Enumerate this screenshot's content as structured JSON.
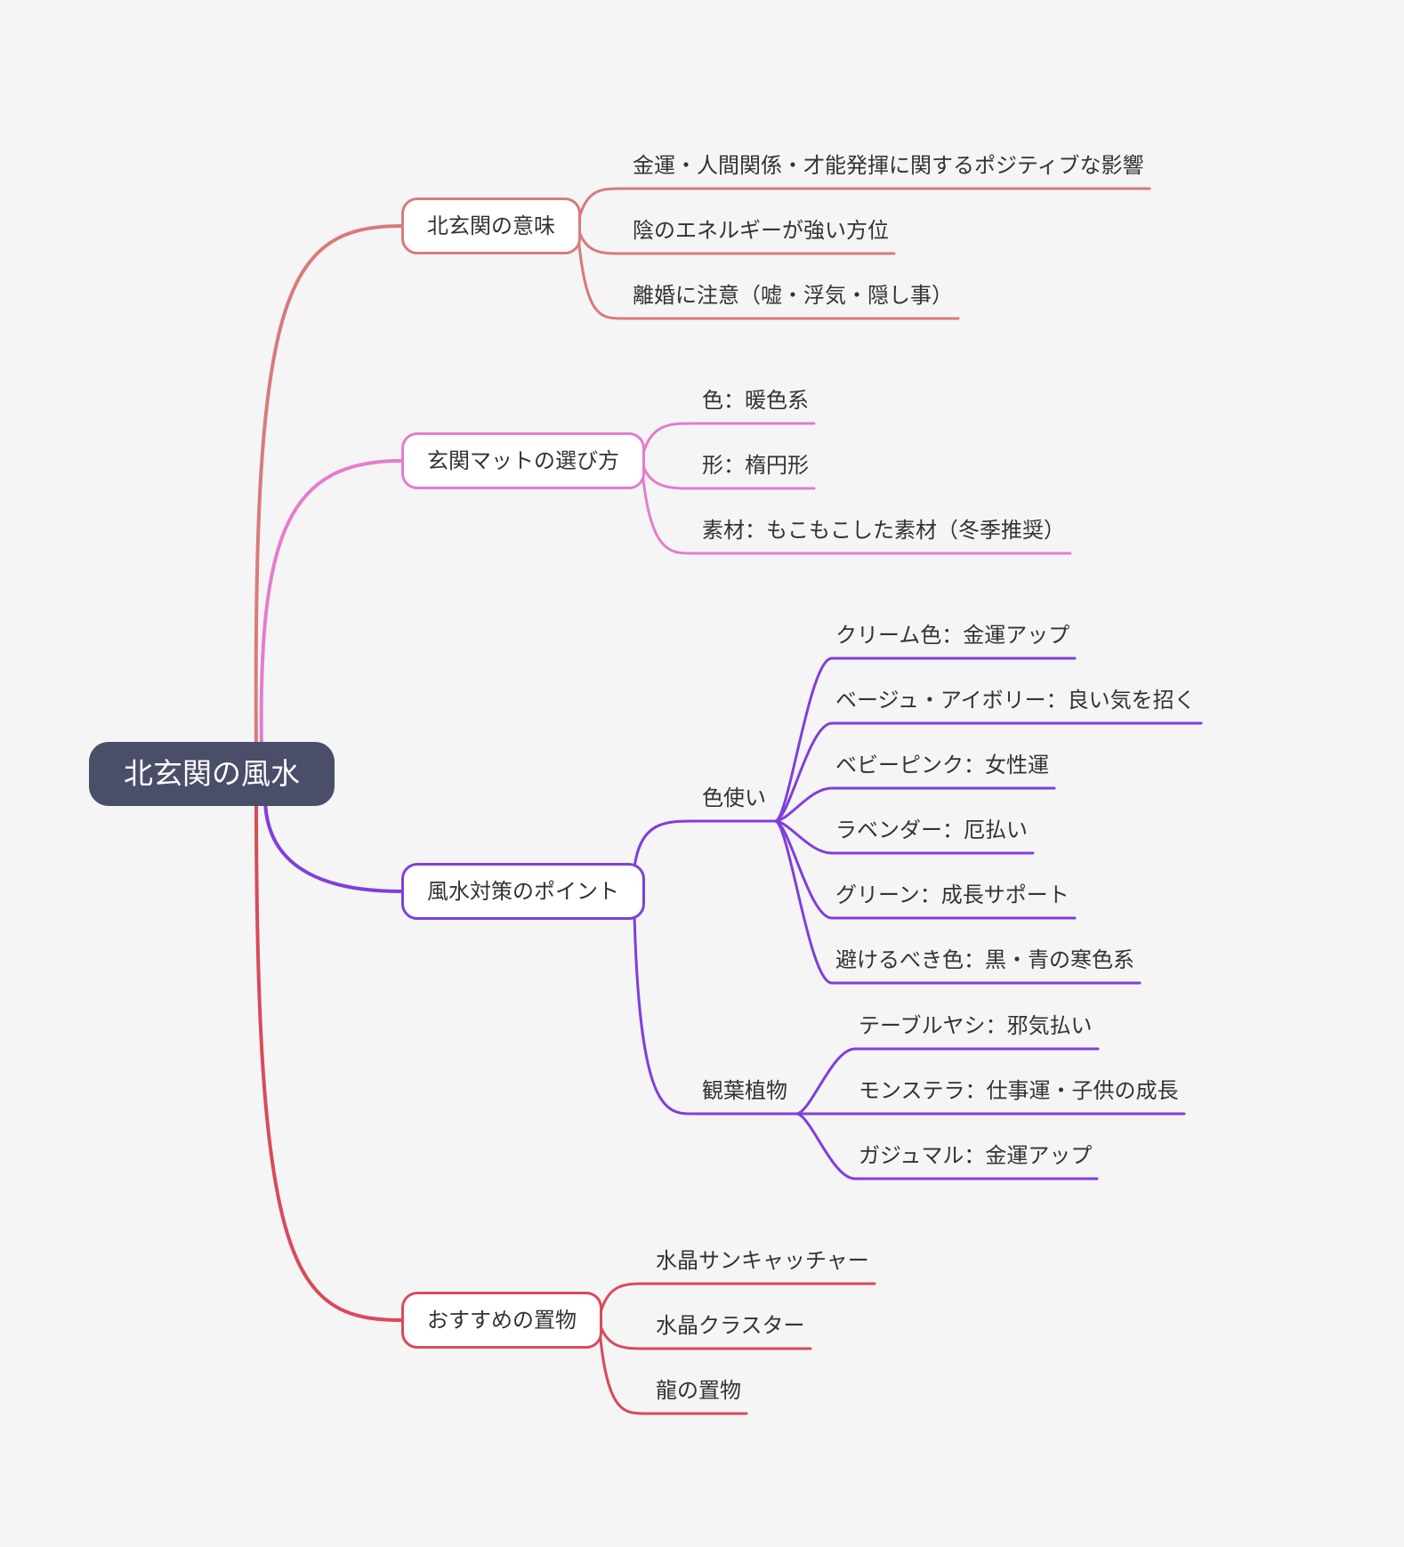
{
  "mindmap": {
    "root": {
      "label": "北玄関の風水",
      "color": "#4a4e69"
    },
    "branches": [
      {
        "label": "北玄関の意味",
        "color": "#d97a7a",
        "children": [
          {
            "label": "金運・人間関係・才能発揮に関するポジティブな影響"
          },
          {
            "label": "陰のエネルギーが強い方位"
          },
          {
            "label": "離婚に注意（嘘・浮気・隠し事）"
          }
        ]
      },
      {
        "label": "玄関マットの選び方",
        "color": "#e47ccf",
        "children": [
          {
            "label": "色：暖色系"
          },
          {
            "label": "形：楕円形"
          },
          {
            "label": "素材：もこもこした素材（冬季推奨）"
          }
        ]
      },
      {
        "label": "風水対策のポイント",
        "color": "#7f3fdc",
        "children": [
          {
            "label": "色使い",
            "children": [
              {
                "label": "クリーム色：金運アップ"
              },
              {
                "label": "ベージュ・アイボリー：良い気を招く"
              },
              {
                "label": "ベビーピンク：女性運"
              },
              {
                "label": "ラベンダー：厄払い"
              },
              {
                "label": "グリーン：成長サポート"
              },
              {
                "label": "避けるべき色：黒・青の寒色系"
              }
            ]
          },
          {
            "label": "観葉植物",
            "children": [
              {
                "label": "テーブルヤシ：邪気払い"
              },
              {
                "label": "モンステラ：仕事運・子供の成長"
              },
              {
                "label": "ガジュマル：金運アップ"
              }
            ]
          }
        ]
      },
      {
        "label": "おすすめの置物",
        "color": "#d94a5a",
        "children": [
          {
            "label": "水晶サンキャッチャー"
          },
          {
            "label": "水晶クラスター"
          },
          {
            "label": "龍の置物"
          }
        ]
      }
    ]
  }
}
